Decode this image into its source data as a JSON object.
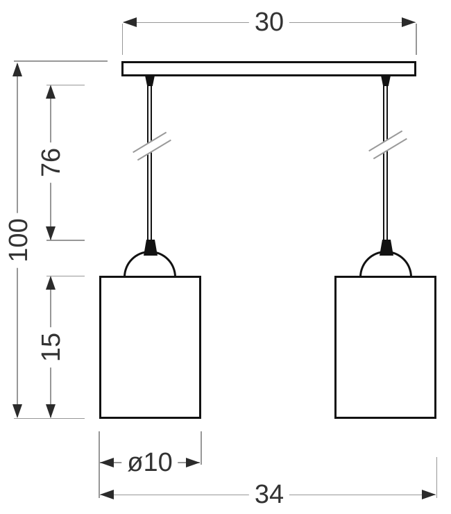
{
  "drawing": {
    "type": "technical dimension drawing",
    "subject": "double pendant ceiling lamp with two cylindrical shades",
    "background_color": "#ffffff",
    "outline_color": "#121212",
    "dimension_line_color": "#979797",
    "arrow_color": "#2b2b2b",
    "text_color": "#333333"
  },
  "dims": {
    "bar_width": {
      "label": "30",
      "orientation": "horizontal",
      "refers_to": "ceiling mounting bar width"
    },
    "total_height": {
      "label": "100",
      "orientation": "vertical",
      "refers_to": "overall hanging height"
    },
    "cord_drop": {
      "label": "76",
      "orientation": "vertical",
      "refers_to": "cord length from bar to shade"
    },
    "shade_height": {
      "label": "15",
      "orientation": "vertical",
      "refers_to": "shade height"
    },
    "shade_diameter": {
      "label": "ø10",
      "orientation": "horizontal",
      "refers_to": "shade diameter"
    },
    "overall_width": {
      "label": "34",
      "orientation": "horizontal",
      "refers_to": "overall fixture width"
    }
  }
}
